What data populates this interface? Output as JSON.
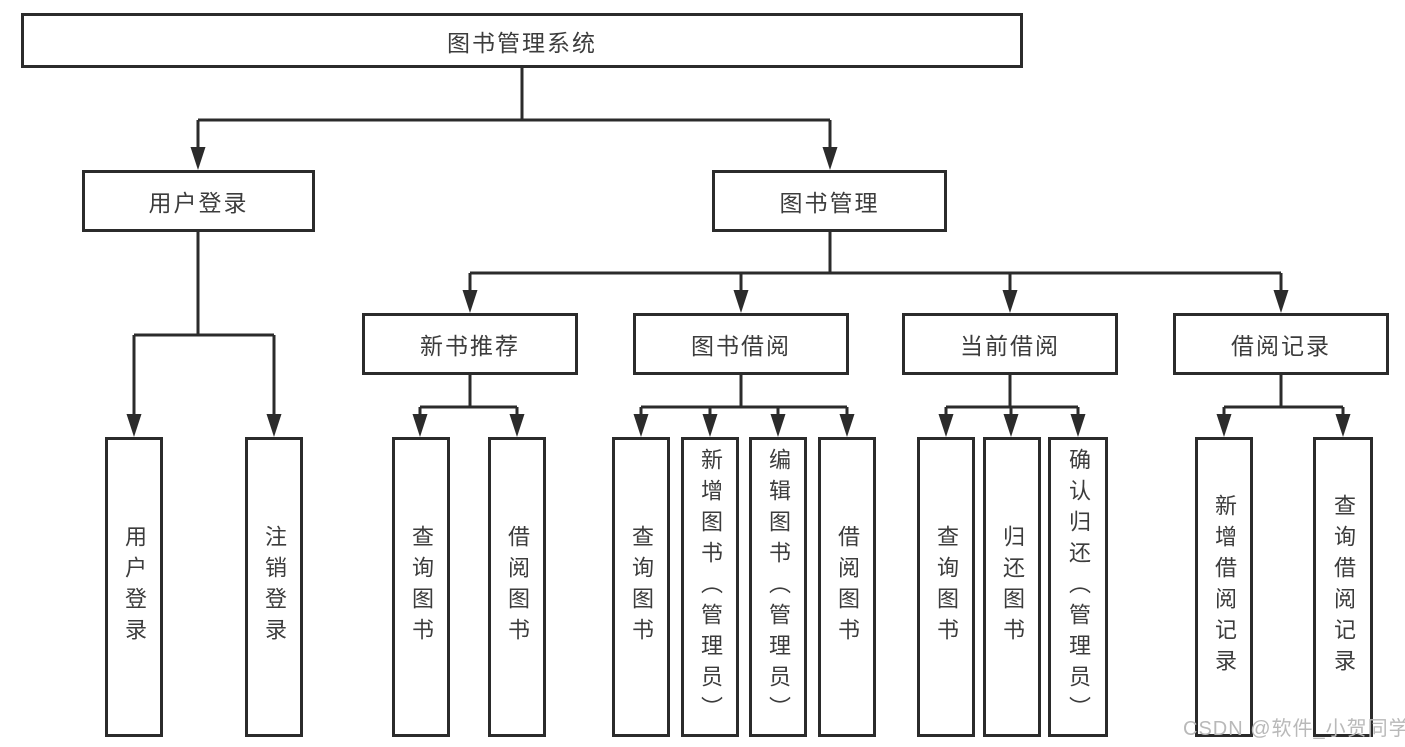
{
  "tree": {
    "label": "图书管理系统",
    "children": [
      {
        "label": "用户登录",
        "children": [
          {
            "label": "用户登录"
          },
          {
            "label": "注销登录"
          }
        ]
      },
      {
        "label": "图书管理",
        "children": [
          {
            "label": "新书推荐",
            "children": [
              {
                "label": "查询图书"
              },
              {
                "label": "借阅图书"
              }
            ]
          },
          {
            "label": "图书借阅",
            "children": [
              {
                "label": "查询图书"
              },
              {
                "label": "新增图书（管理员）"
              },
              {
                "label": "编辑图书（管理员）"
              },
              {
                "label": "借阅图书"
              }
            ]
          },
          {
            "label": "当前借阅",
            "children": [
              {
                "label": "查询图书"
              },
              {
                "label": "归还图书"
              },
              {
                "label": "确认归还（管理员）"
              }
            ]
          },
          {
            "label": "借阅记录",
            "children": [
              {
                "label": "新增借阅记录"
              },
              {
                "label": "查询借阅记录"
              }
            ]
          }
        ]
      }
    ]
  },
  "watermark": "CSDN @软件_小贺同学",
  "colors": {
    "line": "#2b2b2b",
    "text": "#3c3c3c",
    "watermark": "#b9b9b9",
    "background": "#ffffff"
  }
}
